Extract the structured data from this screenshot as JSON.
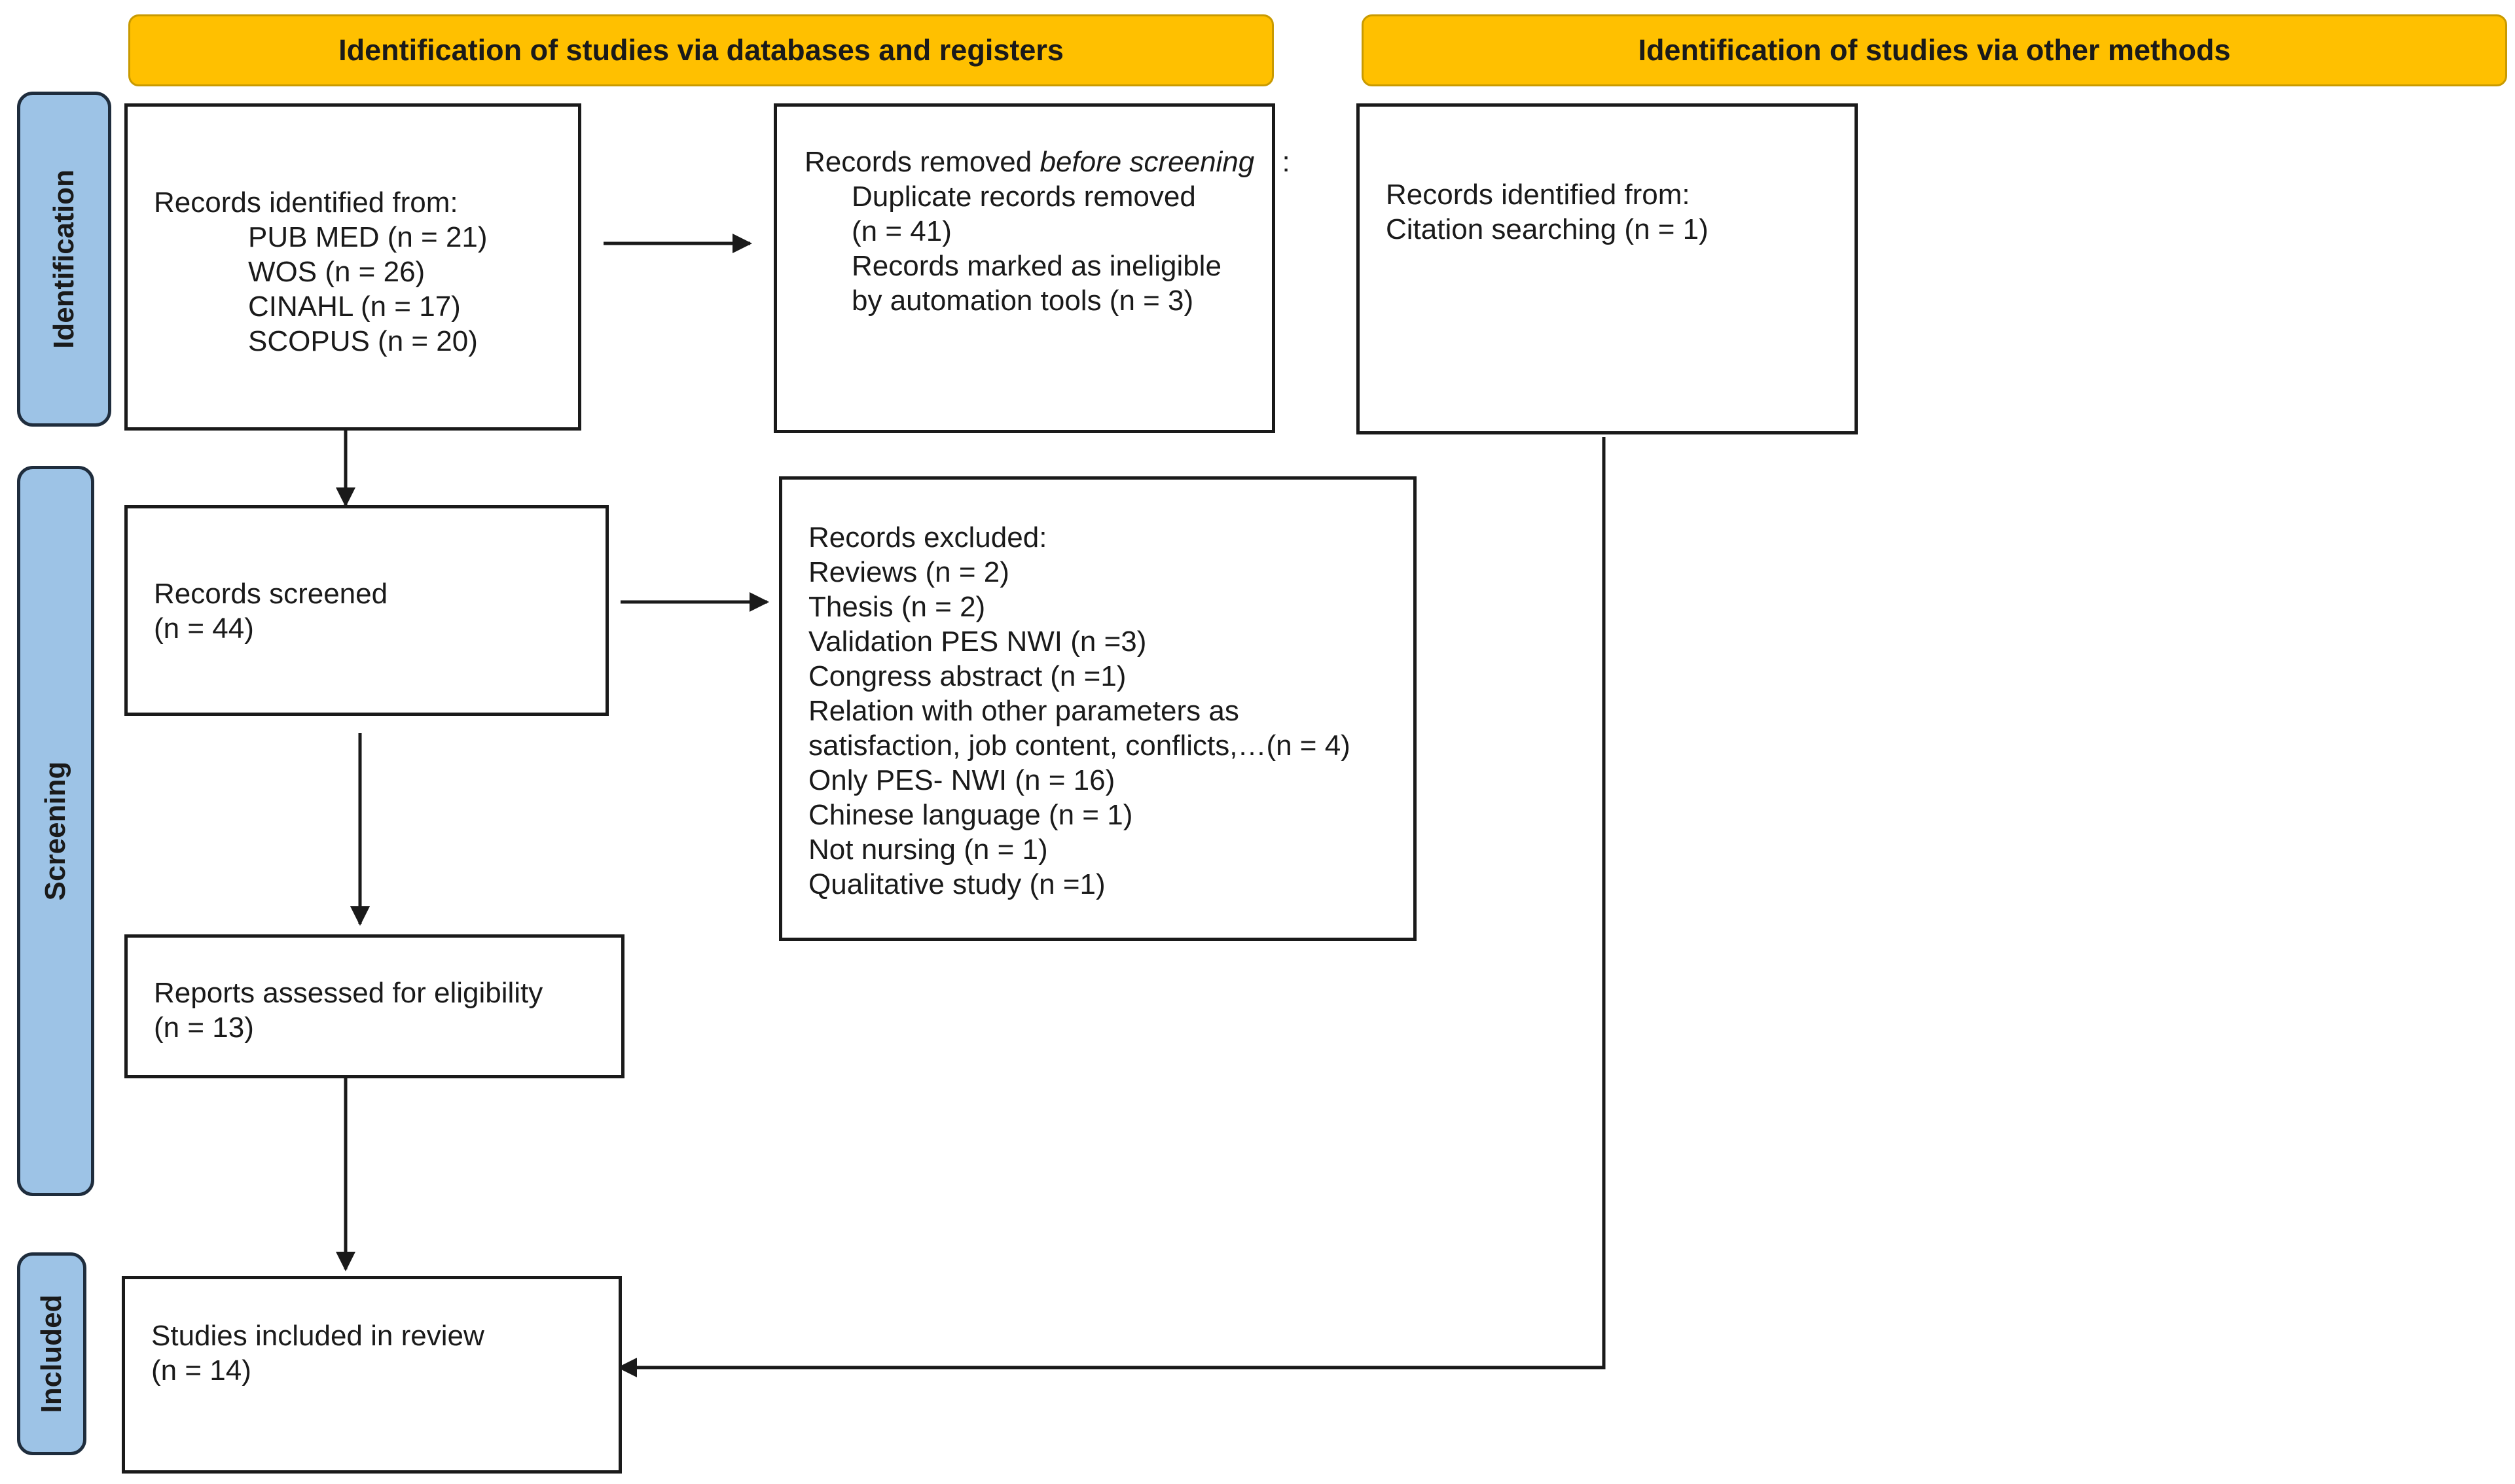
{
  "headers": {
    "databases": "Identification of studies via databases and registers",
    "other": "Identification of studies via other methods"
  },
  "phases": {
    "identification": "Identification",
    "screening": "Screening",
    "included": "Included"
  },
  "boxes": {
    "records_identified": {
      "title": "Records identified from:",
      "items": [
        "PUB MED (n = 21)",
        "WOS (n = 26)",
        "CINAHL (n = 17)",
        "SCOPUS (n = 20)"
      ]
    },
    "records_removed": {
      "title_prefix": "Records removed ",
      "title_emph": "before screening",
      "title_suffix": ":",
      "duplicate": "Duplicate records removed",
      "duplicate_n": "(n = 41)",
      "ineligible": "Records marked as ineligible",
      "ineligible_n": "by automation tools (n = 3)"
    },
    "other_identified": {
      "title": "Records identified from:",
      "citation": "Citation searching (n = 1)"
    },
    "records_screened": {
      "label": "Records screened",
      "n": "(n = 44)"
    },
    "records_excluded": {
      "title": "Records excluded:",
      "items": [
        "Reviews (n = 2)",
        "Thesis (n = 2)",
        "Validation PES NWI (n =3)",
        "Congress abstract (n =1)",
        "Relation with other parameters as",
        "satisfaction, job content, conflicts,…(n = 4)",
        "Only PES- NWI (n = 16)",
        "Chinese language (n = 1)",
        "Not nursing (n = 1)",
        "Qualitative study (n =1)"
      ]
    },
    "reports_assessed": {
      "label": "Reports assessed for eligibility",
      "n": "(n = 13)"
    },
    "studies_included": {
      "label": "Studies included in review",
      "n": "(n = 14)"
    }
  },
  "colors": {
    "header_fill": "#ffc000",
    "phase_fill": "#9dc3e6",
    "box_border": "#1a1a1a"
  }
}
